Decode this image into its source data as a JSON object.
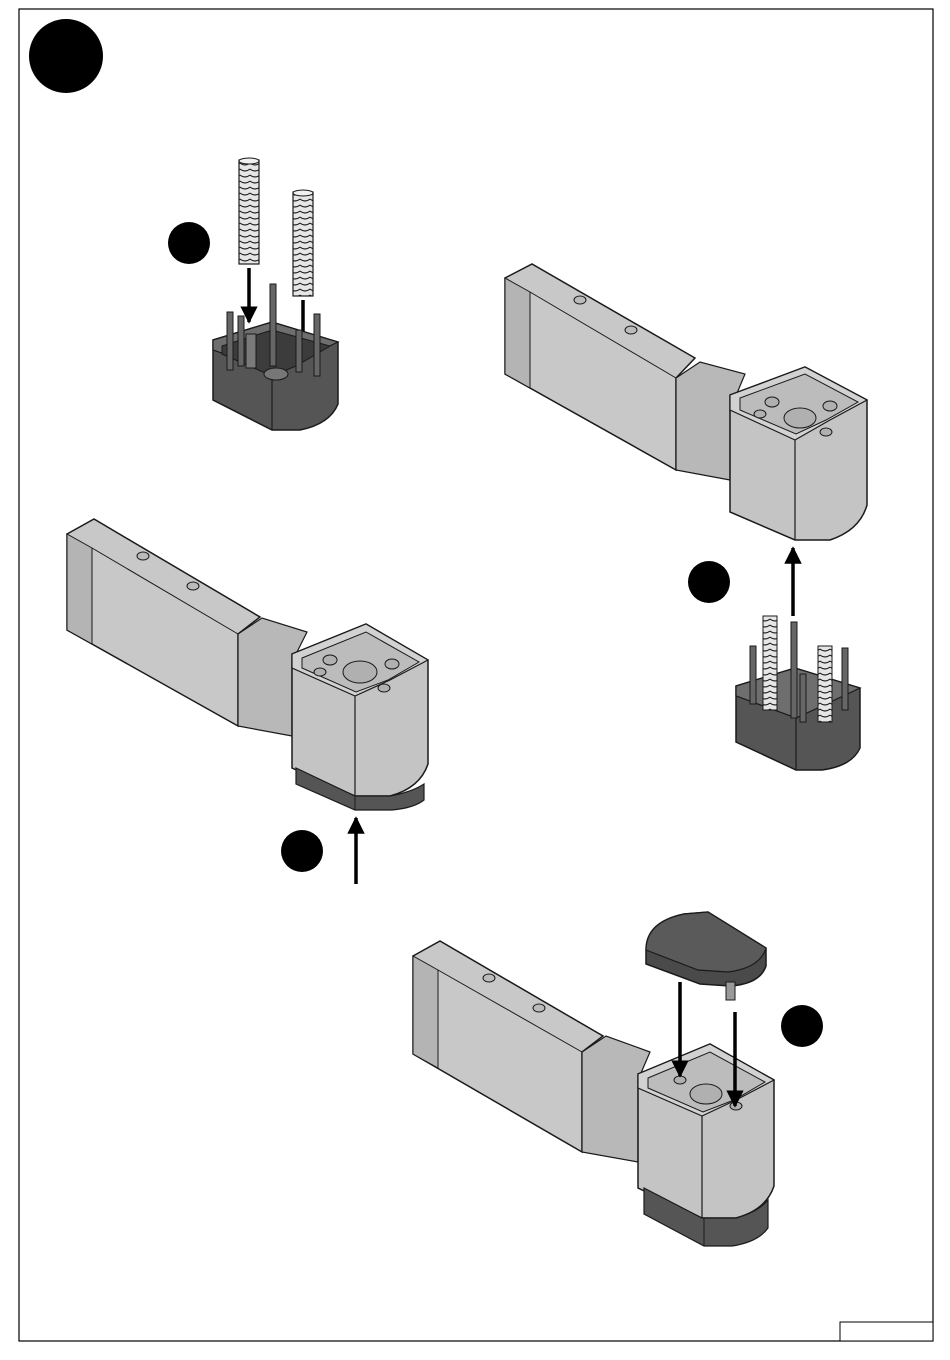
{
  "page": {
    "step_number": "",
    "page_number": ""
  },
  "steps": [
    {
      "id": "a",
      "number": "",
      "action": "insert-springs-into-base-insert"
    },
    {
      "id": "b",
      "number": "",
      "action": "push-insert-up-into-arm-socket"
    },
    {
      "id": "c",
      "number": "",
      "action": "insert-pressed-into-socket"
    },
    {
      "id": "d",
      "number": "",
      "action": "cap-pins-into-socket-holes"
    }
  ],
  "colors": {
    "arm_light": "#c8c8c8",
    "arm_mid": "#b4b4b4",
    "arm_dark": "#a6a6a6",
    "insert_top": "#6e6e6e",
    "insert_front": "#555555",
    "insert_dark": "#3c3c3c",
    "outline": "#1a1a1a",
    "marker": "#000000"
  }
}
